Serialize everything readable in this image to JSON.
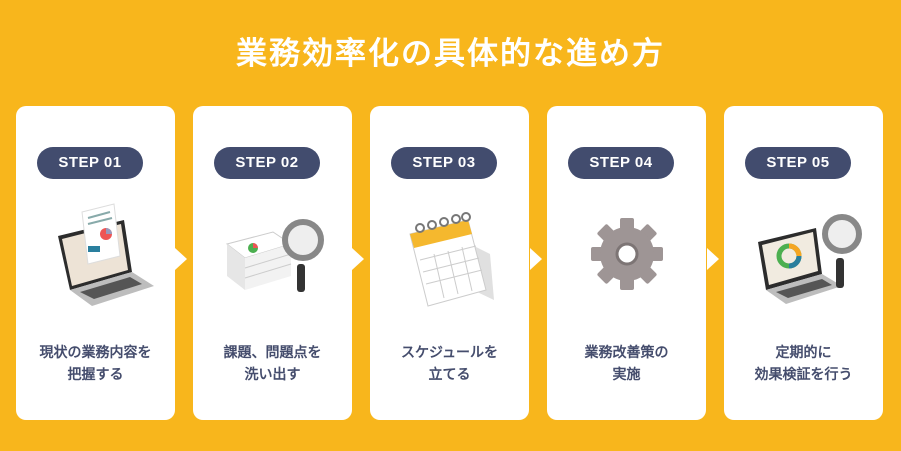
{
  "title": "業務効率化の具体的な進め方",
  "steps": [
    {
      "badge": "STEP 01",
      "line1": "現状の業務内容を",
      "line2": "把握する",
      "icon": "laptop-document-icon"
    },
    {
      "badge": "STEP 02",
      "line1": "課題、問題点を",
      "line2": "洗い出す",
      "icon": "documents-magnifier-icon"
    },
    {
      "badge": "STEP 03",
      "line1": "スケジュールを",
      "line2": "立てる",
      "icon": "calendar-icon"
    },
    {
      "badge": "STEP 04",
      "line1": "業務改善策の",
      "line2": "実施",
      "icon": "gear-icon"
    },
    {
      "badge": "STEP 05",
      "line1": "定期的に",
      "line2": "効果検証を行う",
      "icon": "laptop-magnifier-icon"
    }
  ]
}
